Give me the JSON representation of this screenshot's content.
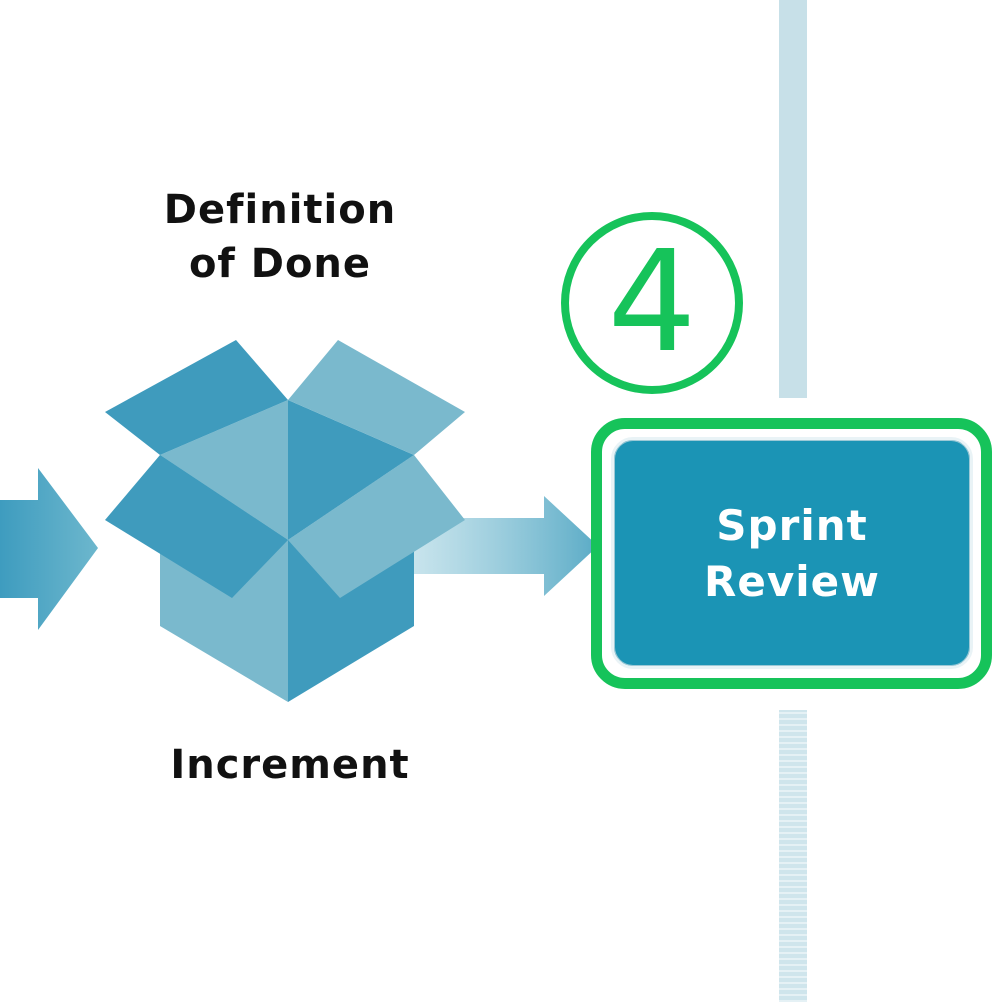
{
  "definition_of_done": {
    "line1": "Definition",
    "line2": "of Done"
  },
  "increment": {
    "label": "Increment"
  },
  "step_badge": {
    "text": "4",
    "color": "#16c35a"
  },
  "sprint_review": {
    "line1": "Sprint",
    "line2": "Review",
    "background": "#1b94b5",
    "highlight_color": "#16c35a"
  },
  "colors": {
    "box_dark": "#3f9bbd",
    "box_light": "#7ab9cd",
    "arrow": "#62b0c9",
    "timeline": "#c7e0e8"
  },
  "icons": {
    "box": "open-box-icon",
    "arrow": "right-arrow-icon"
  }
}
